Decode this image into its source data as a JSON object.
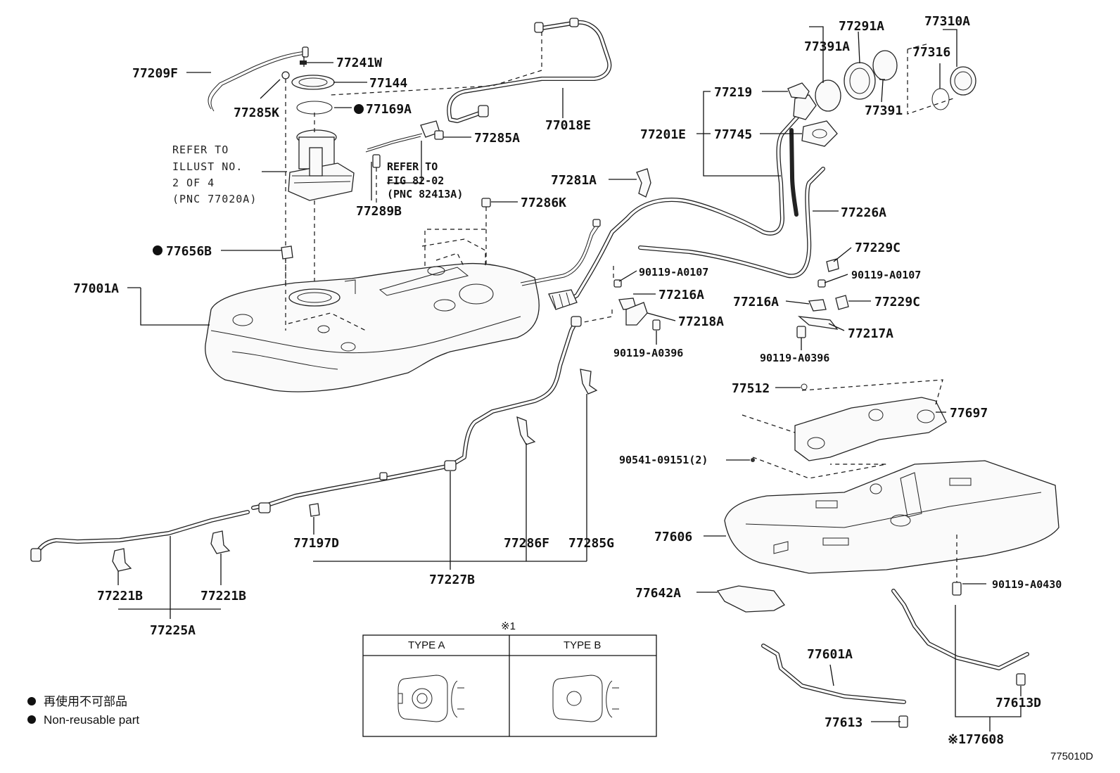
{
  "labels": {
    "p77209F": "77209F",
    "p77241W": "77241W",
    "p77144": "77144",
    "p77285K": "77285K",
    "p77169A": "77169A",
    "p77018E": "77018E",
    "p77285A": "77285A",
    "p77289B": "77289B",
    "p77286K": "77286K",
    "p77281A": "77281A",
    "p77656B": "77656B",
    "p77001A": "77001A",
    "p77391A": "77391A",
    "p77291A": "77291A",
    "p77310A": "77310A",
    "p77316": "77316",
    "p77391": "77391",
    "p77219": "77219",
    "p77201E": "77201E",
    "p77745": "77745",
    "p77226A": "77226A",
    "p77229C_1": "77229C",
    "p77229C_2": "77229C",
    "p90119A0107_1": "90119-A0107",
    "p90119A0107_2": "90119-A0107",
    "p77216A_1": "77216A",
    "p77216A_2": "77216A",
    "p77218A": "77218A",
    "p77217A": "77217A",
    "p90119A0396_1": "90119-A0396",
    "p90119A0396_2": "90119-A0396",
    "p77512": "77512",
    "p77697": "77697",
    "p90541": "90541-09151(2)",
    "p77606": "77606",
    "p90119A0430": "90119-A0430",
    "p77642A": "77642A",
    "p77601A": "77601A",
    "p77613D": "77613D",
    "p77613": "77613",
    "p77608": "※177608",
    "p77197D": "77197D",
    "p77286F": "77286F",
    "p77285G": "77285G",
    "p77227B": "77227B",
    "p77221B_1": "77221B",
    "p77221B_2": "77221B",
    "p77225A": "77225A"
  },
  "notes": {
    "refer_illust": [
      "REFER TO",
      "ILLUST NO.",
      "2 OF 4",
      "(PNC 77020A)"
    ],
    "refer_fig": [
      "REFER TO",
      "FIG 82-02",
      "(PNC 82413A)"
    ]
  },
  "type_table": {
    "marker": "※1",
    "type_a": "TYPE A",
    "type_b": "TYPE B"
  },
  "legend": {
    "jp": "再使用不可部品",
    "en": "Non-reusable part"
  },
  "diagram_id": "775010D"
}
